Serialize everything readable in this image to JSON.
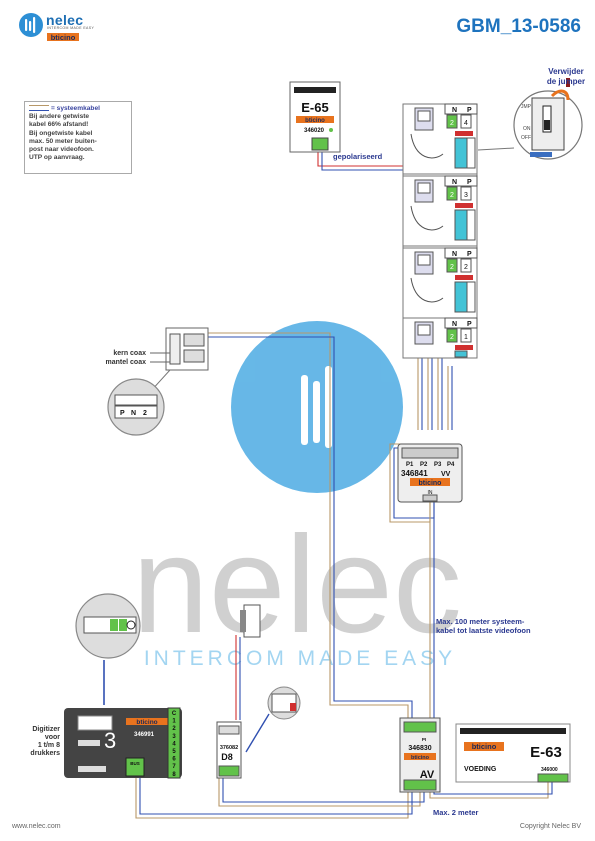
{
  "header": {
    "brand_name": "nelec",
    "brand_tagline": "INTERCOM MADE EASY",
    "partner_brand": "bticino",
    "document_code": "GBM_13-0586"
  },
  "legend": {
    "title": "= systeemkabel",
    "lines": [
      "Bij andere getwiste",
      "kabel 66% afstand!",
      "Bij ongetwiste kabel",
      "max. 50 meter buiten-",
      "post naar videofoon.",
      "UTP op aanvraag."
    ]
  },
  "devices": {
    "power_supply_top": {
      "model": "E-65",
      "brand": "bticino",
      "code": "346020"
    },
    "power_supply_bottom": {
      "model": "E-63",
      "brand": "bticino",
      "label": "VOEDING",
      "code": "346000"
    },
    "distributor": {
      "code": "346841",
      "brand": "bticino",
      "ports": [
        "P1",
        "P2",
        "P3",
        "P4"
      ],
      "in_label": "IN",
      "vv": "VV"
    },
    "av_module": {
      "code": "346830",
      "brand": "bticino",
      "label": "AV",
      "pi": "PI"
    },
    "digitizer": {
      "brand": "bticino",
      "code": "346991",
      "bus": "BUS"
    },
    "door_module": {
      "code": "376082",
      "model": "D8"
    },
    "monitors": [
      {
        "n": "2",
        "p": "4"
      },
      {
        "n": "2",
        "p": "3"
      },
      {
        "n": "2",
        "p": "2"
      },
      {
        "n": "2",
        "p": "1"
      }
    ]
  },
  "labels": {
    "jumper_title": "Verwijder\nde jumper",
    "jumper_jmp": "JMP",
    "jumper_on": "ON",
    "jumper_off": "OFF",
    "polarized": "gepolariseerd",
    "coax_core": "kern coax",
    "coax_shield": "mantel coax",
    "distance_100": "Max. 100 meter systeem-\nkabel tot laatste videofoon",
    "distance_2": "Max. 2 meter",
    "digitizer_side": "Digitizer\nvoor\n1 t/m 8\ndrukkers",
    "bus_tag": "BUS",
    "terminal_numbers": [
      "C",
      "1",
      "2",
      "3",
      "4",
      "5",
      "6",
      "7",
      "8"
    ]
  },
  "watermark": {
    "word": "nelec",
    "tagline": "INTERCOM MADE EASY"
  },
  "footer": {
    "website": "www.nelec.com",
    "copyright": "Copyright Nelec BV"
  },
  "colors": {
    "brand_blue": "#1e73be",
    "cable_red": "#d03030",
    "cable_blue": "#3050b0",
    "cable_tan": "#b89868",
    "watermark_blue": "#3aa0de",
    "bticino_orange": "#e8731e",
    "terminal_green": "#62c24a",
    "cyan_terminal": "#43c3d6"
  }
}
